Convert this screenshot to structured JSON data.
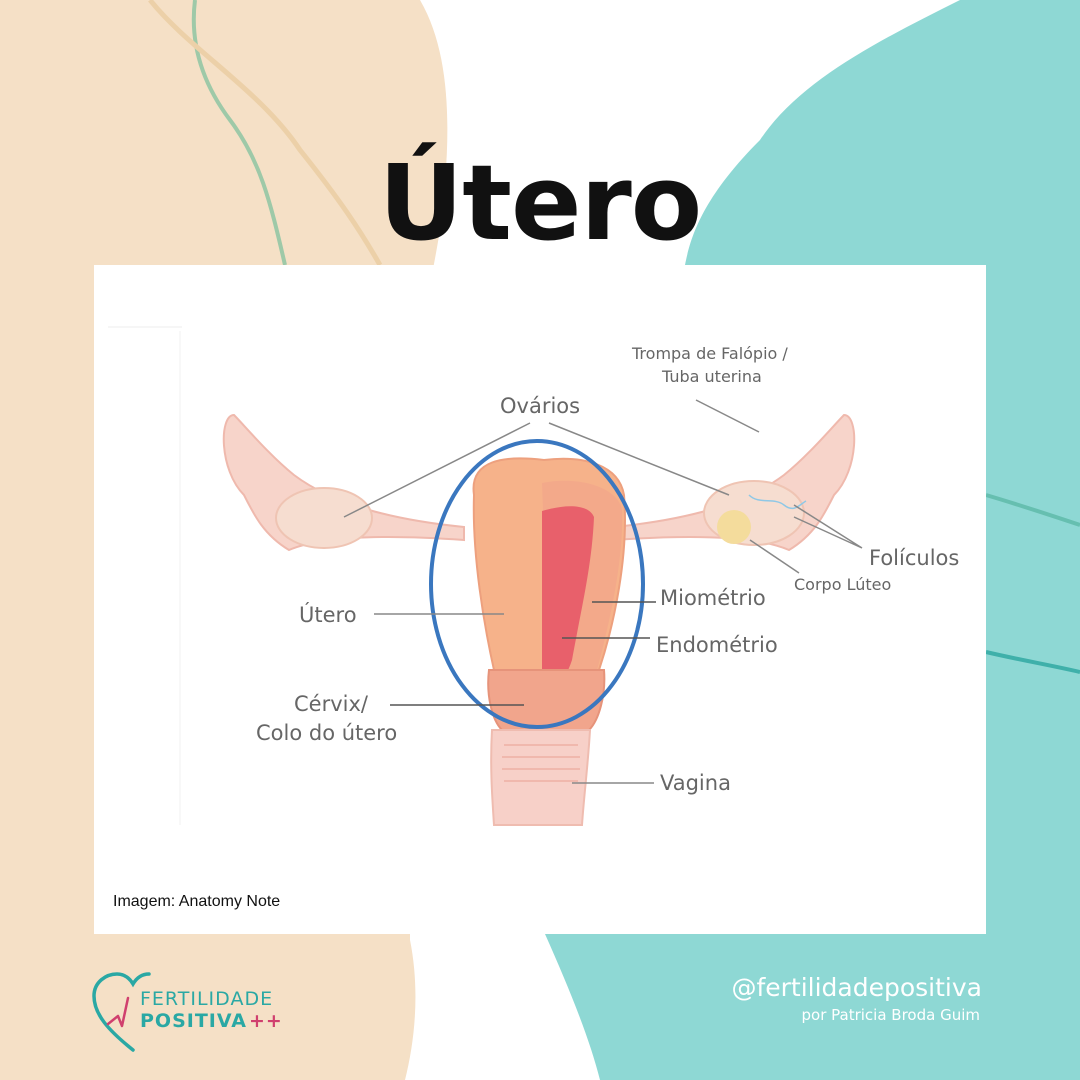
{
  "title": "Útero",
  "caption": "Imagem: Anatomy Note",
  "labels": {
    "tube": "Trompa de Falópio /",
    "tube2": "Tuba uterina",
    "ovaries": "Ovários",
    "follicles": "Folículos",
    "corpus": "Corpo Lúteo",
    "uterus": "Útero",
    "myometrium": "Miométrio",
    "endometrium": "Endométrio",
    "cervix": "Cérvix/",
    "cervix2": "Colo do útero",
    "vagina": "Vagina"
  },
  "logo": {
    "line1": "FERTILIDADE",
    "line2": "POSITIVA",
    "plus": "++"
  },
  "social": {
    "handle": "@fertilidadepositiva",
    "author": "por Patricia Broda Guim"
  },
  "colors": {
    "beige": "#f5e0c6",
    "teal": "#8ed8d4",
    "highlight": "#3a77bf",
    "brand_teal": "#2aa8a4",
    "brand_pink": "#d0406e"
  }
}
